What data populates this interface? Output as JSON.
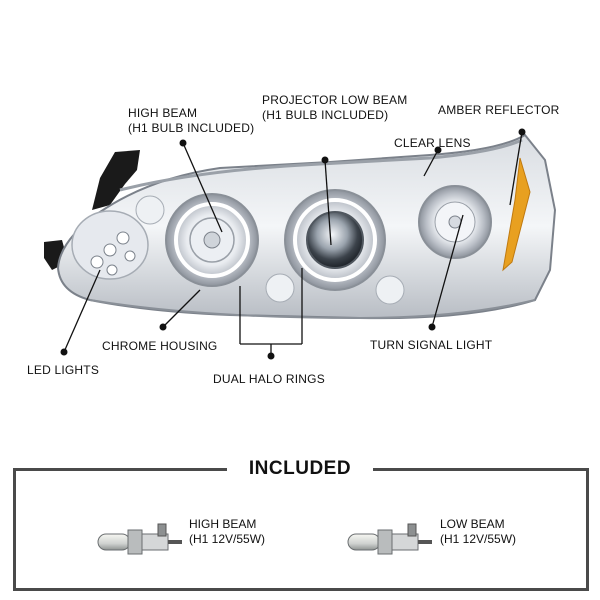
{
  "callouts": {
    "high_beam": [
      "HIGH BEAM",
      "(H1 BULB INCLUDED)"
    ],
    "projector_low_beam": [
      "PROJECTOR LOW BEAM",
      "(H1 BULB INCLUDED)"
    ],
    "amber_reflector": "AMBER REFLECTOR",
    "clear_lens": "CLEAR LENS",
    "chrome_housing": "CHROME HOUSING",
    "led_lights": "LED LIGHTS",
    "dual_halo_rings": "DUAL HALO RINGS",
    "turn_signal_light": "TURN SIGNAL LIGHT"
  },
  "included": {
    "title": "INCLUDED",
    "bulbs": [
      {
        "name": "HIGH BEAM",
        "spec": "(H1 12V/55W)"
      },
      {
        "name": "LOW BEAM",
        "spec": "(H1 12V/55W)"
      }
    ]
  },
  "colors": {
    "accent_amber": "#e8a020",
    "chrome": "#c9ccd2",
    "frame": "#4a4a4a"
  }
}
